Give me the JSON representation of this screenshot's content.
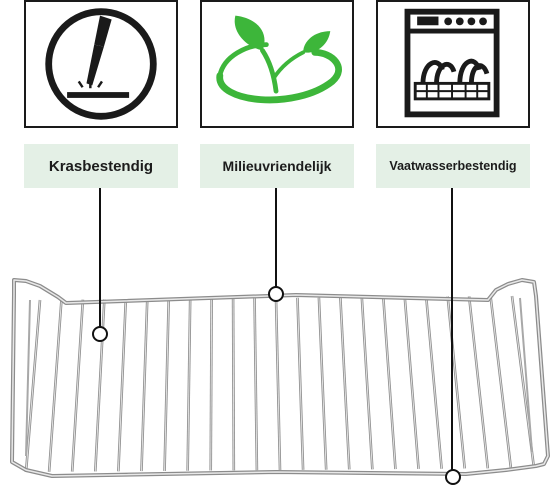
{
  "features": [
    {
      "label": "Krasbestendig",
      "icon": "scratch-knife-icon"
    },
    {
      "label": "Milieuvriendelijk",
      "icon": "leaf-sprout-icon"
    },
    {
      "label": "Vaatwasserbestendig",
      "icon": "dishwasher-icon"
    }
  ],
  "colors": {
    "label_bg": "#e4f0e6",
    "leaf_green": "#3db63a",
    "outline": "#1a1a1a",
    "rack_steel": "#9a9a9a"
  },
  "images": {
    "rack": "wire-oven-rack"
  }
}
